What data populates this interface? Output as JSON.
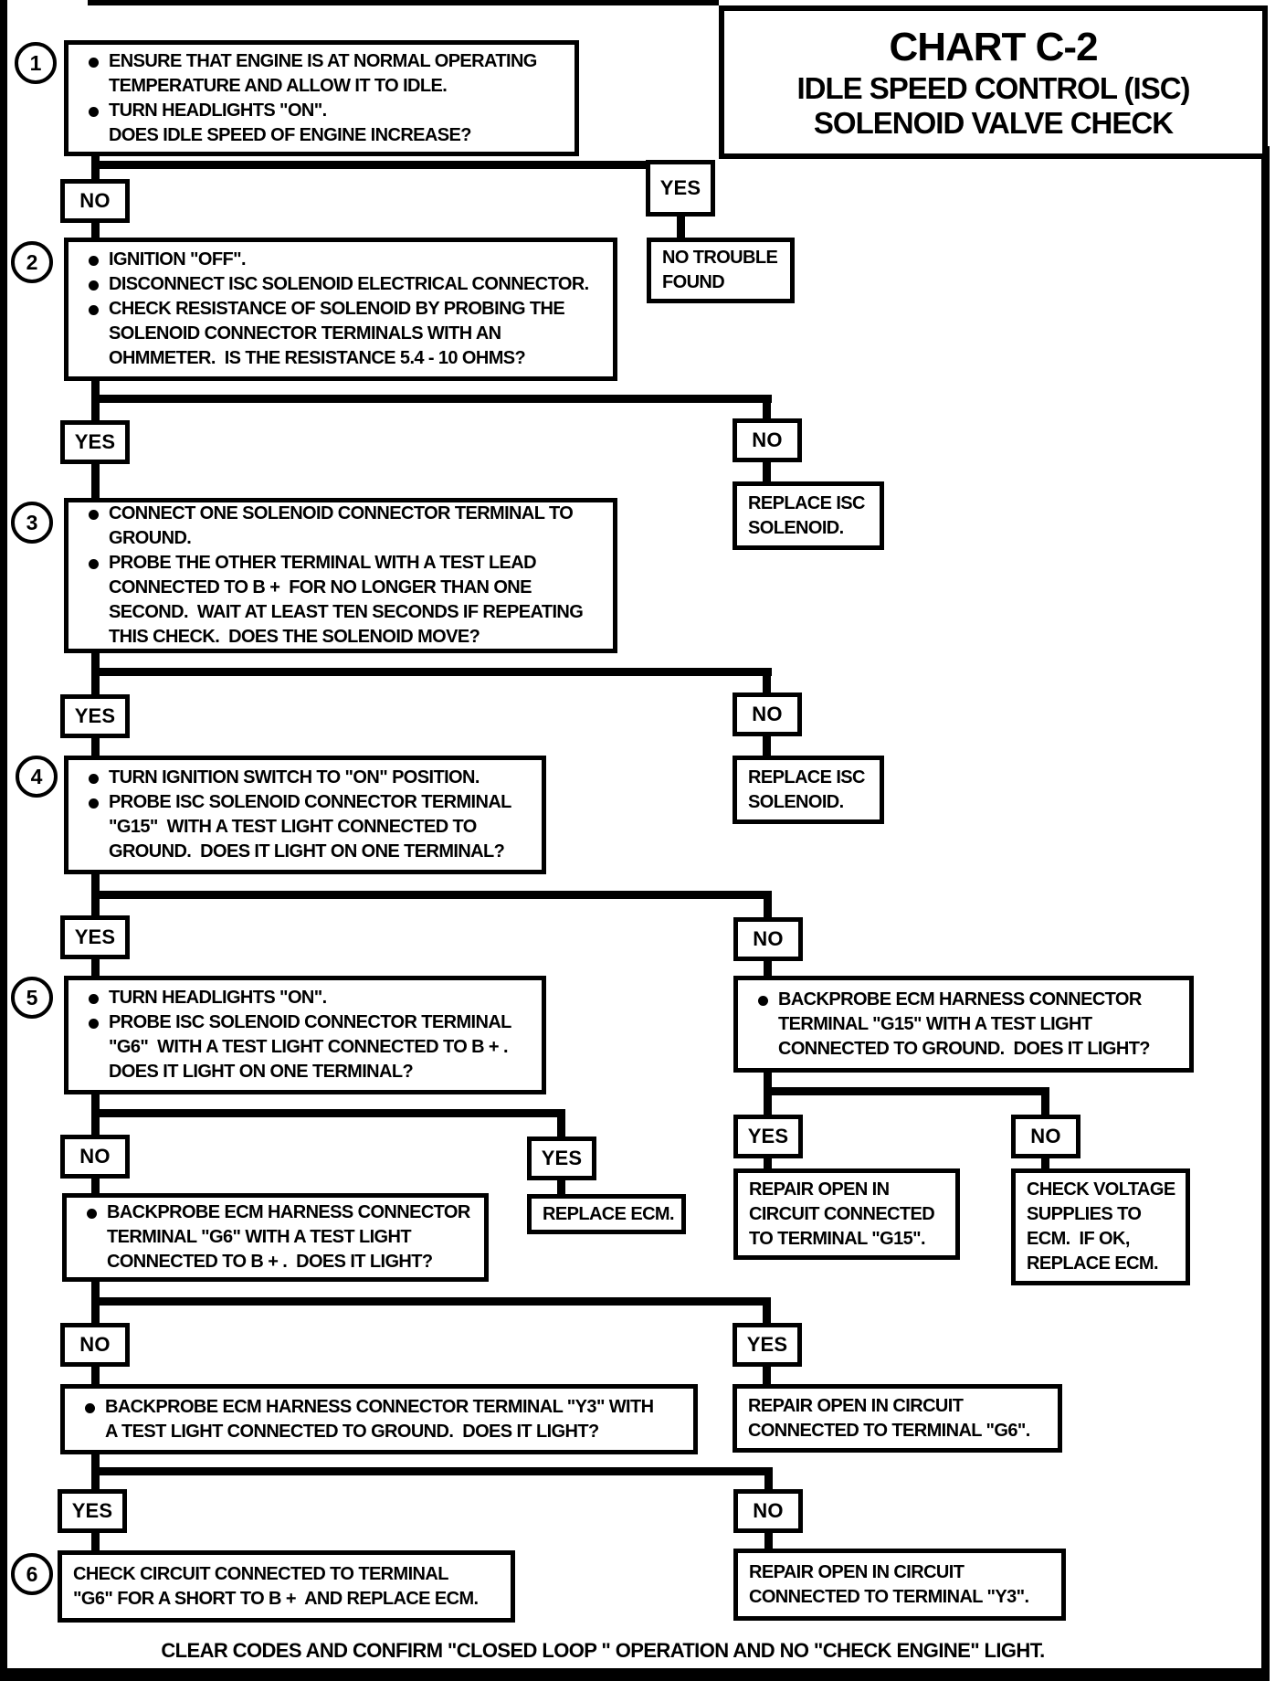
{
  "title": {
    "line1": "CHART C-2",
    "line2": "IDLE SPEED CONTROL (ISC)",
    "line3": "SOLENOID VALVE CHECK"
  },
  "labels": {
    "yes": "YES",
    "no": "NO"
  },
  "steps": {
    "s1": {
      "num": "1",
      "items": [
        {
          "bullet": true,
          "lines": [
            "ENSURE THAT ENGINE IS AT NORMAL OPERATING",
            "TEMPERATURE AND ALLOW IT TO IDLE."
          ]
        },
        {
          "bullet": true,
          "lines": [
            "TURN HEADLIGHTS \"ON\".",
            "DOES IDLE SPEED OF ENGINE INCREASE?"
          ]
        }
      ]
    },
    "s2": {
      "num": "2",
      "items": [
        {
          "bullet": true,
          "lines": [
            "IGNITION \"OFF\"."
          ]
        },
        {
          "bullet": true,
          "lines": [
            "DISCONNECT ISC SOLENOID ELECTRICAL CONNECTOR."
          ]
        },
        {
          "bullet": true,
          "lines": [
            "CHECK RESISTANCE OF SOLENOID BY PROBING THE",
            "SOLENOID CONNECTOR TERMINALS WITH AN",
            "OHMMETER.  IS THE RESISTANCE 5.4 - 10 OHMS?"
          ]
        }
      ]
    },
    "s3": {
      "num": "3",
      "items": [
        {
          "bullet": true,
          "lines": [
            "CONNECT ONE SOLENOID CONNECTOR TERMINAL TO",
            "GROUND."
          ]
        },
        {
          "bullet": true,
          "lines": [
            "PROBE THE OTHER TERMINAL WITH A TEST LEAD",
            "CONNECTED TO B +  FOR NO LONGER THAN ONE",
            "SECOND.  WAIT AT LEAST TEN SECONDS IF REPEATING",
            "THIS CHECK.  DOES THE SOLENOID MOVE?"
          ]
        }
      ]
    },
    "s4": {
      "num": "4",
      "items": [
        {
          "bullet": true,
          "lines": [
            "TURN IGNITION SWITCH TO \"ON\" POSITION."
          ]
        },
        {
          "bullet": true,
          "lines": [
            "PROBE ISC SOLENOID CONNECTOR TERMINAL",
            "\"G15\"  WITH A TEST LIGHT CONNECTED TO",
            "GROUND.  DOES IT LIGHT ON ONE TERMINAL?"
          ]
        }
      ]
    },
    "s5": {
      "num": "5",
      "items": [
        {
          "bullet": true,
          "lines": [
            "TURN HEADLIGHTS \"ON\"."
          ]
        },
        {
          "bullet": true,
          "lines": [
            "PROBE ISC SOLENOID CONNECTOR TERMINAL",
            "\"G6\"  WITH A TEST LIGHT CONNECTED TO B + .",
            "DOES IT LIGHT ON ONE TERMINAL?"
          ]
        }
      ]
    },
    "s6": {
      "num": "6",
      "lines": [
        "CHECK CIRCUIT CONNECTED TO TERMINAL",
        "\"G6\" FOR A SHORT TO B +  AND REPLACE ECM."
      ]
    }
  },
  "nodes": {
    "no_trouble": {
      "lines": [
        "NO TROUBLE",
        "FOUND"
      ]
    },
    "replace_isc": {
      "lines": [
        "REPLACE ISC",
        "SOLENOID."
      ]
    },
    "backprobe_g15": {
      "items": [
        {
          "bullet": true,
          "lines": [
            "BACKPROBE ECM HARNESS CONNECTOR",
            "TERMINAL \"G15\" WITH A TEST LIGHT",
            "CONNECTED TO GROUND.  DOES IT LIGHT?"
          ]
        }
      ]
    },
    "repair_g15": {
      "lines": [
        "REPAIR OPEN IN",
        "CIRCUIT CONNECTED",
        "TO TERMINAL \"G15\"."
      ]
    },
    "check_voltage": {
      "lines": [
        "CHECK VOLTAGE",
        "SUPPLIES TO",
        "ECM.  IF OK,",
        "REPLACE ECM."
      ]
    },
    "replace_ecm": {
      "lines": [
        "REPLACE ECM."
      ]
    },
    "backprobe_g6": {
      "items": [
        {
          "bullet": true,
          "lines": [
            "BACKPROBE ECM HARNESS CONNECTOR",
            "TERMINAL \"G6\" WITH A TEST LIGHT",
            "CONNECTED TO B + .  DOES IT LIGHT?"
          ]
        }
      ]
    },
    "repair_g6": {
      "lines": [
        "REPAIR OPEN IN CIRCUIT",
        "CONNECTED TO TERMINAL \"G6\"."
      ]
    },
    "backprobe_y3": {
      "items": [
        {
          "bullet": true,
          "lines": [
            "BACKPROBE ECM HARNESS CONNECTOR TERMINAL \"Y3\" WITH",
            "A TEST LIGHT CONNECTED TO GROUND.  DOES IT LIGHT?"
          ]
        }
      ]
    },
    "repair_y3": {
      "lines": [
        "REPAIR OPEN IN CIRCUIT",
        "CONNECTED TO TERMINAL \"Y3\"."
      ]
    }
  },
  "footer": "CLEAR CODES AND CONFIRM \"CLOSED LOOP \" OPERATION AND NO \"CHECK ENGINE\" LIGHT."
}
